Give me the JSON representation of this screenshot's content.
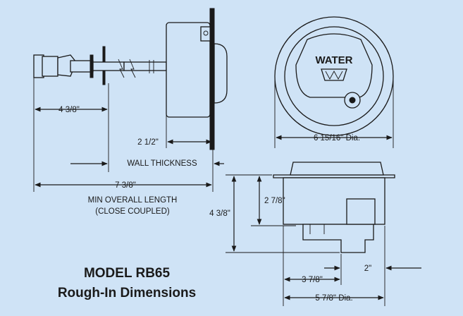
{
  "dimensions": {
    "stem_length": "4 3/8\"",
    "body_depth": "2 1/2\"",
    "wall_thickness": "WALL THICKNESS",
    "overall_length": "7 3/8\"",
    "min_overall_label": "MIN OVERALL LENGTH",
    "close_coupled_label": "(CLOSE COUPLED)",
    "face_diameter": "6 15/16\" Dia.",
    "box_upper_height": "2 7/8\"",
    "box_total_height": "4 3/8\"",
    "outlet_offset": "2\"",
    "box_width_inner": "3 7/8\"",
    "box_diameter": "5 7/8\" Dia."
  },
  "cover": {
    "label": "WATER"
  },
  "title": {
    "line1": "MODEL RB65",
    "line2": "Rough-In Dimensions"
  }
}
